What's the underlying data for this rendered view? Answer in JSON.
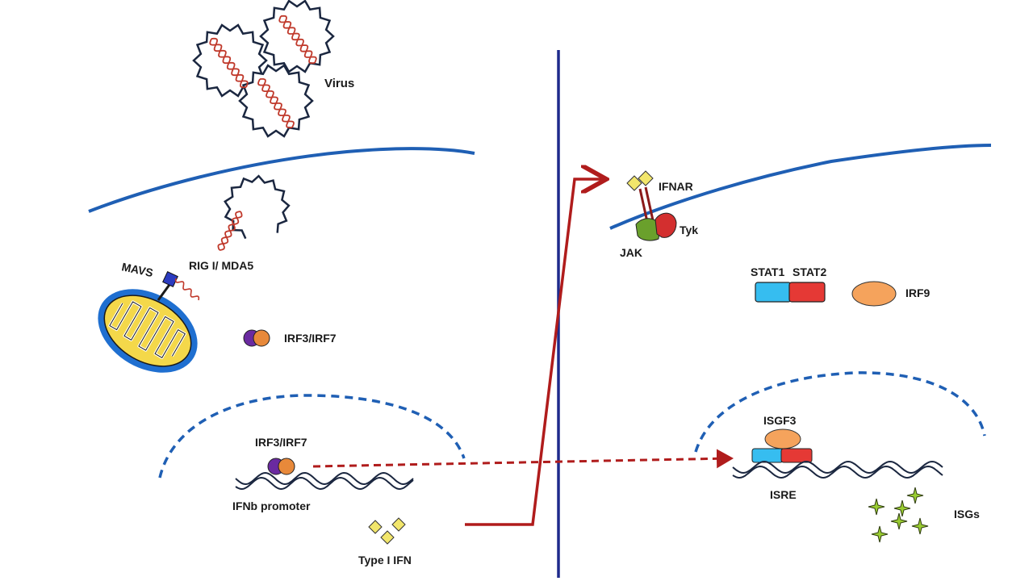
{
  "labels": {
    "virus": "Virus",
    "rig_mda5": "RIG I/ MDA5",
    "mavs": "MAVS",
    "irf3_irf7_cytoplasm": "IRF3/IRF7",
    "irf3_irf7_nucleus": "IRF3/IRF7",
    "ifnb_promoter": "IFNb promoter",
    "type_i_ifn": "Type I IFN",
    "ifnar": "IFNAR",
    "jak": "JAK",
    "tyk": "Tyk",
    "stat1": "STAT1",
    "stat2": "STAT2",
    "irf9": "IRF9",
    "isgf3": "ISGF3",
    "isre": "ISRE",
    "isgs": "ISGs"
  },
  "colors": {
    "membrane": "#1f5fb4",
    "divider": "#1e2a8c",
    "arrow": "#b01c1c",
    "virus_outline": "#1b2740",
    "rna": "#c0392b",
    "irf3": "#6a2aa0",
    "irf7": "#e8893a",
    "stat1": "#36bdf0",
    "stat2": "#e53935",
    "irf9": "#f5a35c",
    "ifn": "#f2e66b",
    "jak": "#6aa02c",
    "tyk": "#d32f2f",
    "mito_outer": "#1f6fd0",
    "mito_inner": "#f4d84a",
    "isg_star": "#9acd32"
  }
}
